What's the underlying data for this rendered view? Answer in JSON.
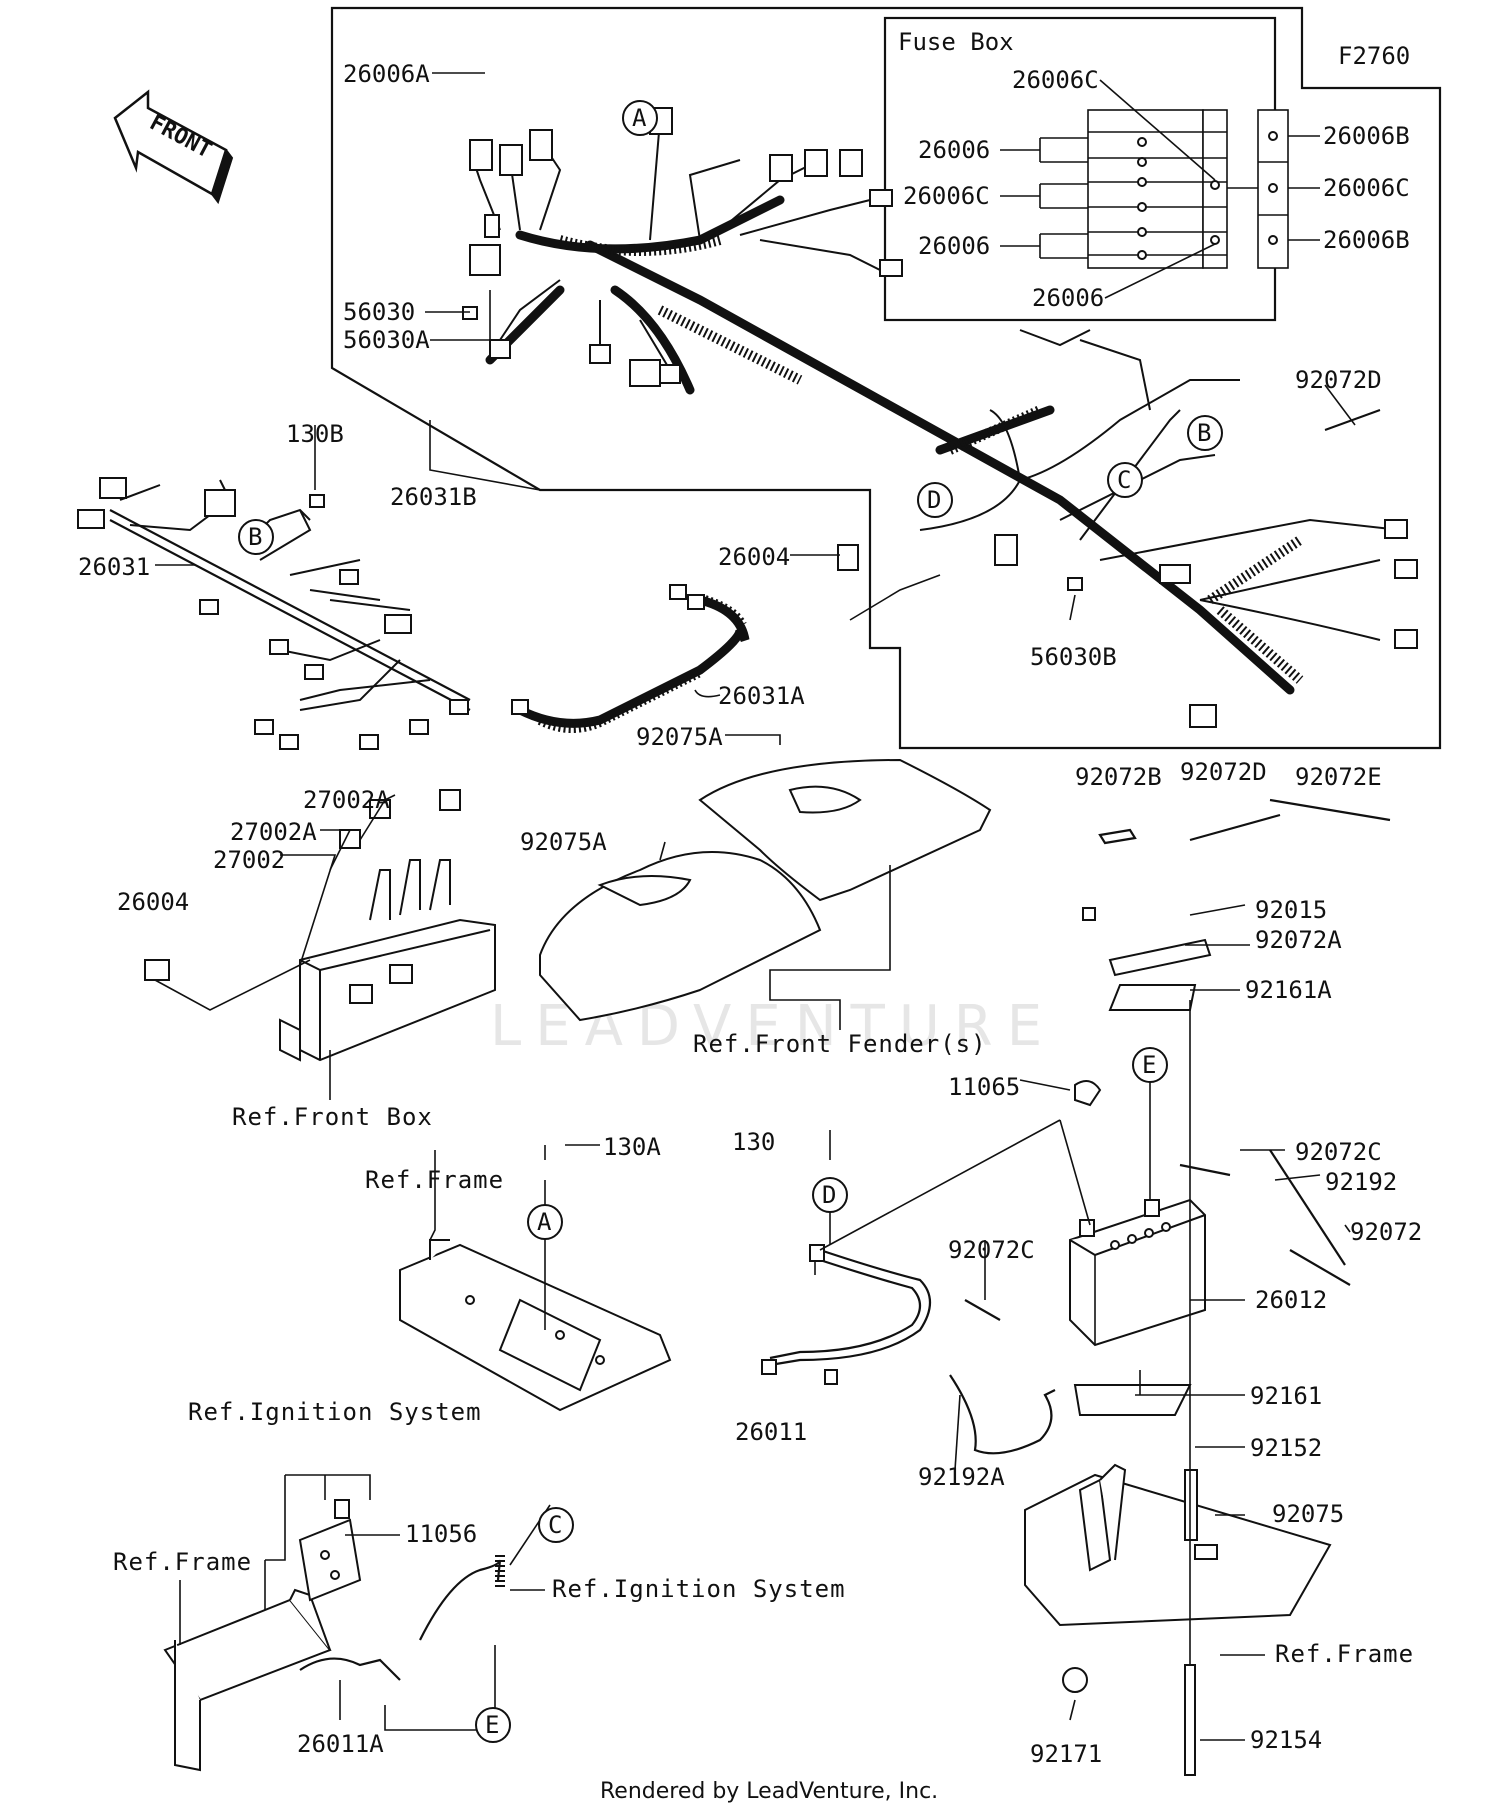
{
  "figure_code": "F2760",
  "front_label": "FRONT",
  "watermark": "LEADVENTURE",
  "footer": "Rendered by LeadVenture, Inc.",
  "fuse_box": {
    "title": "Fuse Box",
    "labels": [
      "26006C",
      "26006",
      "26006C",
      "26006",
      "26006",
      "26006B",
      "26006C",
      "26006B"
    ]
  },
  "callout_letters": [
    "A",
    "A",
    "B",
    "B",
    "C",
    "C",
    "D",
    "D",
    "E",
    "E"
  ],
  "part_labels": [
    "26006A",
    "56030",
    "56030A",
    "26031B",
    "92072D",
    "130B",
    "26031",
    "26004",
    "56030B",
    "26031A",
    "92075A",
    "92075A",
    "27002A",
    "27002A",
    "27002",
    "26004",
    "92072B",
    "92072D",
    "92072E",
    "92015",
    "92072A",
    "92161A",
    "11065",
    "130A",
    "130",
    "92072C",
    "92192",
    "92072",
    "92072C",
    "26012",
    "26011",
    "92161",
    "92192A",
    "92152",
    "11056",
    "92075",
    "26011A",
    "92171",
    "92154"
  ],
  "references": [
    "Ref.Front Box",
    "Ref.Front Fender(s)",
    "Ref.Frame",
    "Ref.Ignition System",
    "Ref.Frame",
    "Ref.Ignition System",
    "Ref.Frame"
  ]
}
